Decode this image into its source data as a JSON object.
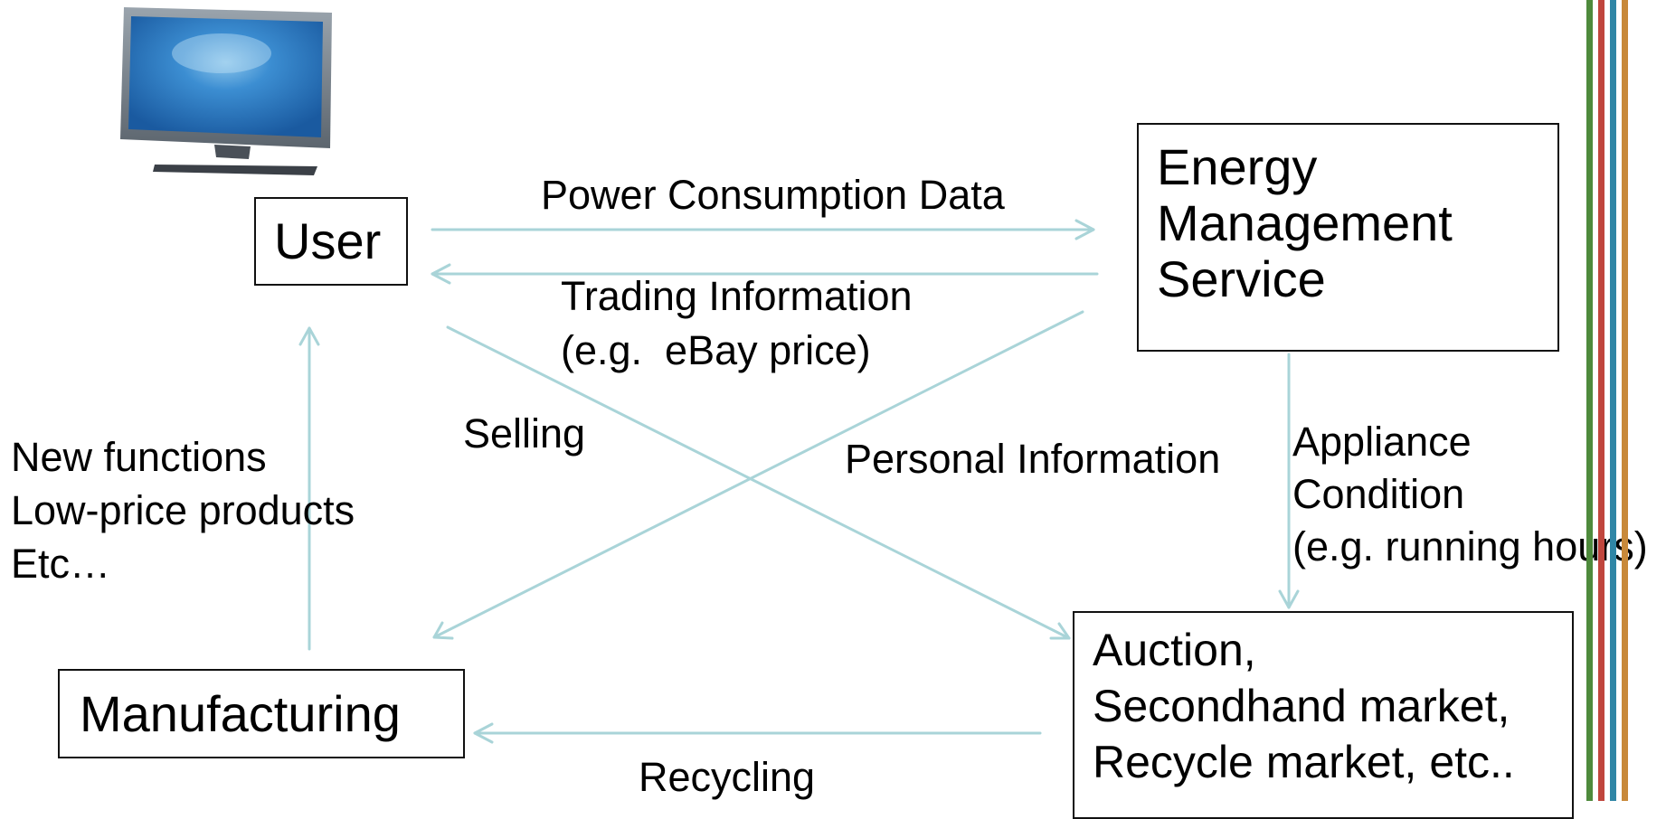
{
  "nodes": {
    "user": "User",
    "energy_service": [
      "Energy",
      "Management",
      "Service"
    ],
    "manufacturing": "Manufacturing",
    "market": [
      "Auction,",
      "Secondhand market,",
      "Recycle market, etc.."
    ]
  },
  "edges": {
    "power_consumption": "Power Consumption Data",
    "trading_information": [
      "Trading Information",
      "(e.g.  eBay price)"
    ],
    "selling": "Selling",
    "personal_information": "Personal Information",
    "appliance_condition": [
      "Appliance",
      "Condition",
      "(e.g. running hours)"
    ],
    "new_functions": [
      "New functions",
      "Low-price products",
      "Etc…"
    ],
    "recycling": "Recycling"
  },
  "icons": {
    "tv": "tv-monitor-icon"
  },
  "colors": {
    "arrow": "#a9d4d8",
    "stripes": [
      "#4e8a3c",
      "#c0463d",
      "#2f86a6",
      "#c8893a"
    ]
  }
}
